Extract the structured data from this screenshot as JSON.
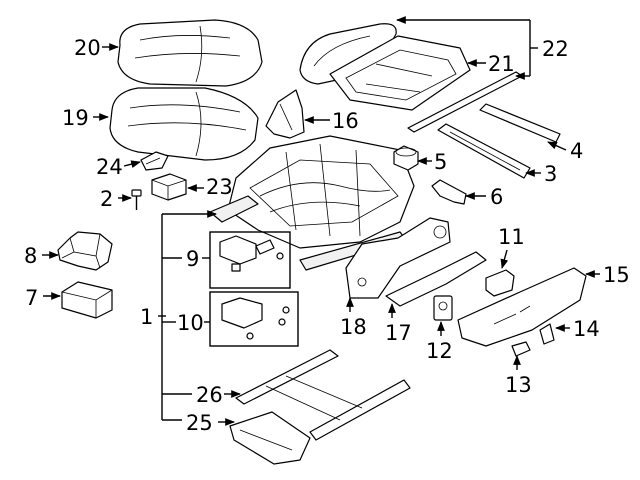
{
  "callouts": {
    "c1": "1",
    "c2": "2",
    "c3": "3",
    "c4": "4",
    "c5": "5",
    "c6": "6",
    "c7": "7",
    "c8": "8",
    "c9": "9",
    "c10": "10",
    "c11": "11",
    "c12": "12",
    "c13": "13",
    "c14": "14",
    "c15": "15",
    "c16": "16",
    "c17": "17",
    "c18": "18",
    "c19": "19",
    "c20": "20",
    "c21": "21",
    "c22": "22",
    "c23": "23",
    "c24": "24",
    "c25": "25",
    "c26": "26"
  },
  "colors": {
    "line": "#000000",
    "background": "#ffffff",
    "part_fill": "#ffffff",
    "shade": "#f1f1f1"
  }
}
